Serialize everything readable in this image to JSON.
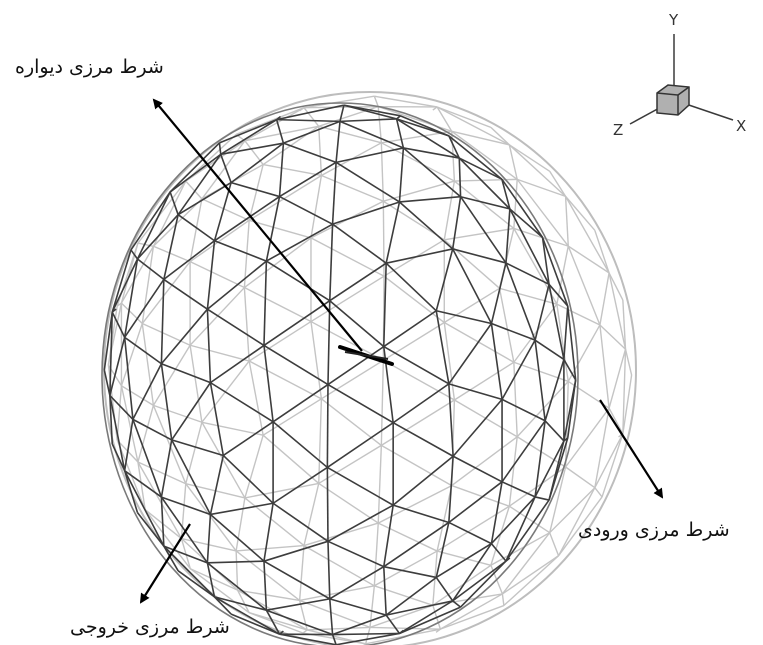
{
  "labels": {
    "wall": "شرط مرزی دیواره",
    "inlet": "شرط مرزی ورودی",
    "outlet": "شرط مرزی خروجی"
  },
  "axes": {
    "x": "X",
    "y": "Y",
    "z": "Z"
  },
  "colors": {
    "front_mesh": "#3d3d3d",
    "back_mesh": "#c4c4c4",
    "outline": "#a5a5a5",
    "arrow": "#000000",
    "axis_cube": "#a9a9a9"
  }
}
